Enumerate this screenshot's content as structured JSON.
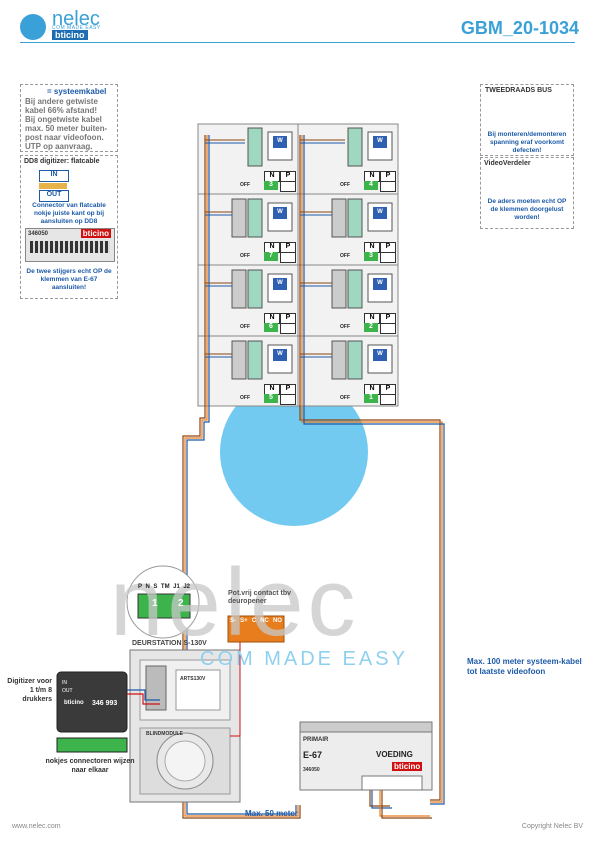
{
  "header": {
    "brand": "nelec",
    "brand_tagline": "COM MADE EASY",
    "brand_sub": "bticino",
    "doc_id": "GBM_20-1034"
  },
  "legend": {
    "cable_title": "= systeemkabel",
    "cable_lines": [
      "Bij andere getwiste",
      "kabel 66% afstand!",
      "Bij ongetwiste kabel",
      "max. 50 meter buiten-",
      "post naar videofoon.",
      "UTP op aanvraag."
    ]
  },
  "dd8": {
    "title": "DD8 digitizer: flatcable",
    "in_label": "IN",
    "out_label": "OUT",
    "note": "Connector van flatcable nokje juiste kant op bij aansluiten op DD8",
    "module_code": "346050",
    "module_brand": "bticino",
    "riser_note": "De twee stijgers echt OP de klemmen van E-67 aansluiten!"
  },
  "tweedraads": {
    "title": "TWEEDRAADS BUS",
    "note": "Bij monteren/demonteren spanning eraf voorkomt defecten!"
  },
  "videoverdeler": {
    "title": "VideoVerdeler",
    "note": "De aders moeten echt OP de klemmen doorgelust worden!"
  },
  "apartments": [
    {
      "num": "3",
      "n_label": "N",
      "p_label": "P",
      "off_label": "OFF"
    },
    {
      "num": "4",
      "n_label": "N",
      "p_label": "P",
      "off_label": "OFF"
    },
    {
      "num": "7",
      "n_label": "N",
      "p_label": "P",
      "off_label": "OFF"
    },
    {
      "num": "3",
      "n_label": "N",
      "p_label": "P",
      "off_label": "OFF"
    },
    {
      "num": "6",
      "n_label": "N",
      "p_label": "P",
      "off_label": "OFF"
    },
    {
      "num": "2",
      "n_label": "N",
      "p_label": "P",
      "off_label": "OFF"
    },
    {
      "num": "5",
      "n_label": "N",
      "p_label": "P",
      "off_label": "OFF"
    },
    {
      "num": "1",
      "n_label": "N",
      "p_label": "P",
      "off_label": "OFF"
    }
  ],
  "monitor_label": "W",
  "connector_terminals": [
    "P",
    "N",
    "S",
    "TM",
    "J1",
    "J2"
  ],
  "connector_numbers": [
    "1",
    "2"
  ],
  "contact": {
    "title": "Pot.vrij contact tbv deuropener",
    "terminals": [
      "S-",
      "S+",
      "C",
      "NC",
      "NO"
    ]
  },
  "door_station": {
    "title": "DEURSTATION S-130V",
    "model": "ARTS130V",
    "blind_label": "BLINDMODULE"
  },
  "digitizer": {
    "label": "Digitizer voor 1 t/m 8 drukkers",
    "code": "346 993",
    "brand": "bticino",
    "in_label": "IN",
    "out_label": "OUT",
    "connector_note": "nokjes connectoren wijzen naar elkaar"
  },
  "psu": {
    "primary": "PRIMAIR",
    "model": "E-67",
    "title": "VOEDING",
    "code": "346050",
    "brand": "bticino"
  },
  "notes": {
    "max100": "Max. 100 meter systeem-kabel tot laatste videofoon",
    "max50": "Max. 50 meter"
  },
  "watermark": {
    "text": "nelec",
    "tagline": "COM MADE EASY"
  },
  "footer": {
    "left": "www.nelec.com",
    "right": "Copyright Nelec BV"
  },
  "colors": {
    "accent": "#3aa1d8",
    "cable_brown": "#8b4513",
    "cable_orange": "#e87d1e",
    "cable_blue": "#1d5aa8",
    "green": "#3cb44b",
    "red": "#d01010"
  }
}
